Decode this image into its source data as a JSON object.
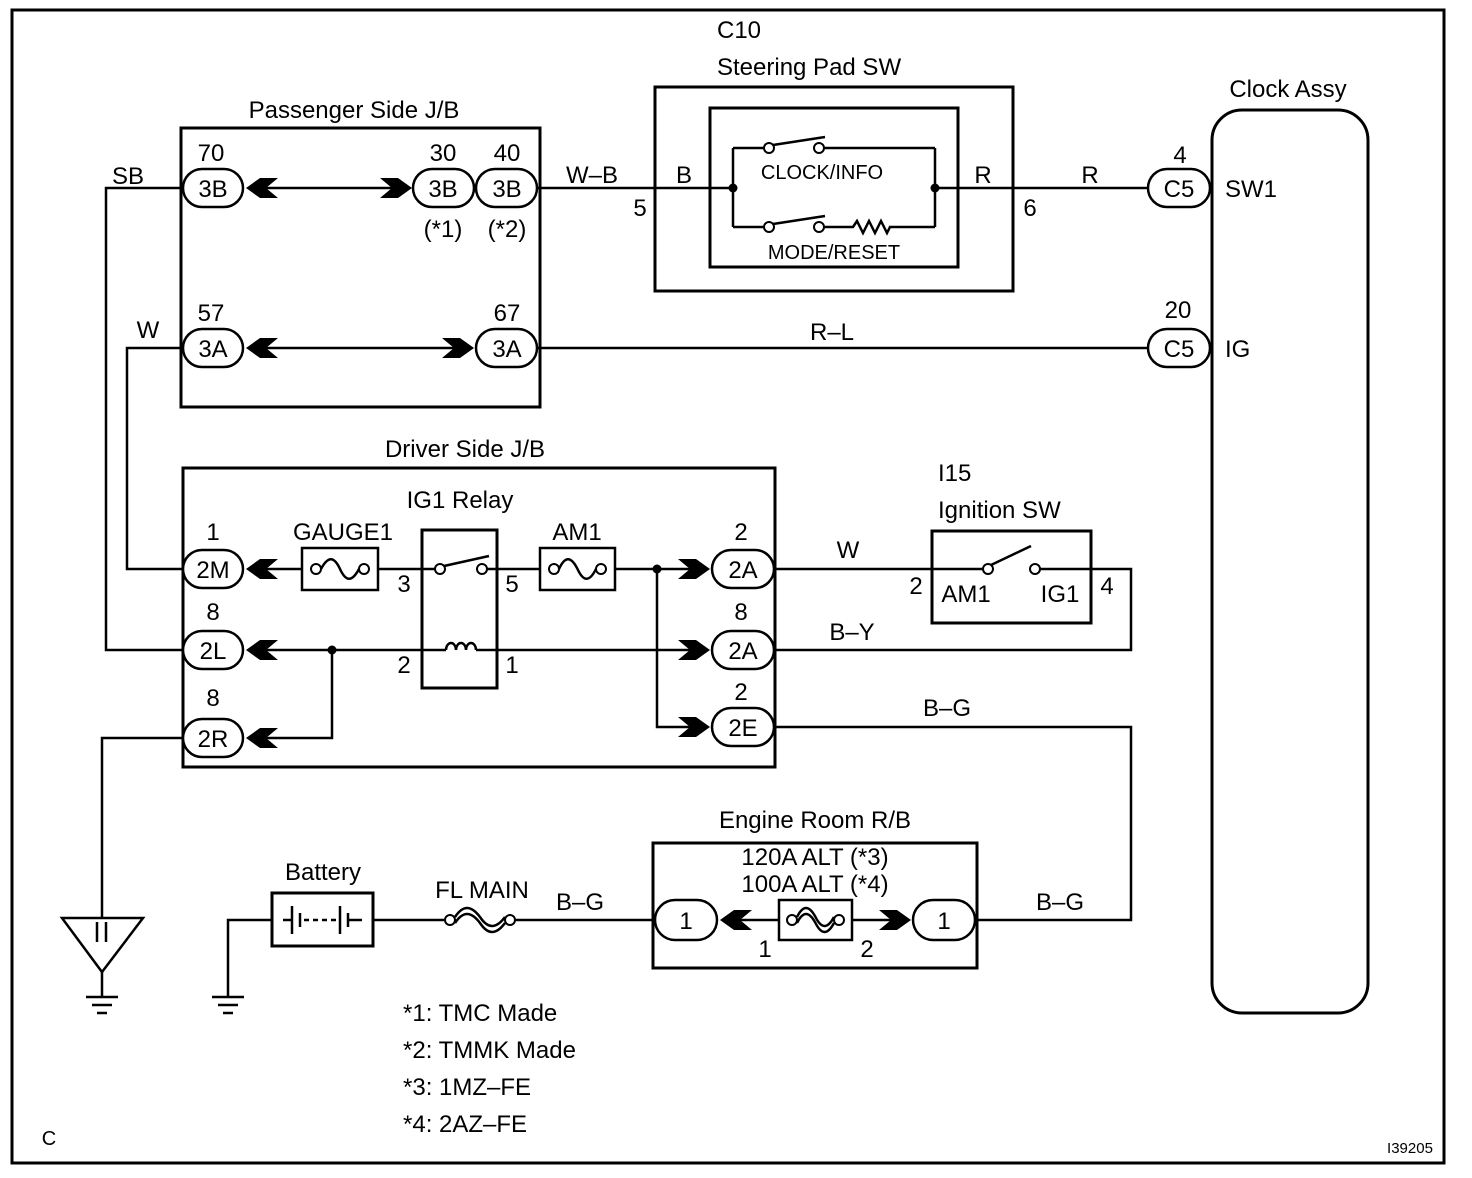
{
  "figure": {
    "corner_label": "C",
    "code": "I39205"
  },
  "passenger_jb": {
    "title": "Passenger Side J/B",
    "connectors": [
      {
        "pin": "70",
        "name": "3B"
      },
      {
        "pin": "30",
        "name": "3B",
        "note": "(*1)"
      },
      {
        "pin": "40",
        "name": "3B",
        "note": "(*2)"
      },
      {
        "pin": "57",
        "name": "3A"
      },
      {
        "pin": "67",
        "name": "3A"
      }
    ]
  },
  "steering_pad_sw": {
    "code": "C10",
    "title": "Steering Pad SW",
    "switch_labels": [
      "CLOCK/INFO",
      "MODE/RESET"
    ],
    "left_terminal": {
      "label": "B",
      "pin": "5"
    },
    "right_terminal": {
      "label": "R",
      "pin": "6"
    }
  },
  "clock_assy": {
    "title": "Clock Assy",
    "terminals": [
      {
        "pin": "4",
        "connector": "C5",
        "name": "SW1"
      },
      {
        "pin": "20",
        "connector": "C5",
        "name": "IG"
      }
    ]
  },
  "driver_jb": {
    "title": "Driver Side J/B",
    "relay": {
      "title": "IG1 Relay",
      "pins": [
        "3",
        "5",
        "2",
        "1"
      ]
    },
    "fuses": [
      "GAUGE1",
      "AM1"
    ],
    "left_connectors": [
      {
        "pin": "1",
        "name": "2M"
      },
      {
        "pin": "8",
        "name": "2L"
      },
      {
        "pin": "8",
        "name": "2R"
      }
    ],
    "right_connectors": [
      {
        "pin": "2",
        "name": "2A"
      },
      {
        "pin": "8",
        "name": "2A"
      },
      {
        "pin": "2",
        "name": "2E"
      }
    ]
  },
  "ignition_sw": {
    "code": "I15",
    "title": "Ignition SW",
    "terminals": [
      {
        "pin": "2",
        "name": "AM1"
      },
      {
        "pin": "4",
        "name": "IG1"
      }
    ]
  },
  "engine_room_rb": {
    "title": "Engine Room R/B",
    "fuse_lines": [
      "120A ALT (*3)",
      "100A ALT (*4)"
    ],
    "connectors": [
      "1",
      "1"
    ],
    "fuse_pins": [
      "1",
      "2"
    ]
  },
  "battery": {
    "label": "Battery"
  },
  "fl_main": {
    "label": "FL MAIN"
  },
  "wires": {
    "sb": "SB",
    "w_passenger": "W",
    "w_b": "W–B",
    "r": "R",
    "r_l": "R–L",
    "w_ignition": "W",
    "b_y": "B–Y",
    "b_g_2e": "B–G",
    "b_g_alt": "B–G",
    "b_g_main": "B–G"
  },
  "footnotes": [
    "*1: TMC Made",
    "*2: TMMK Made",
    "*3: 1MZ–FE",
    "*4: 2AZ–FE"
  ]
}
